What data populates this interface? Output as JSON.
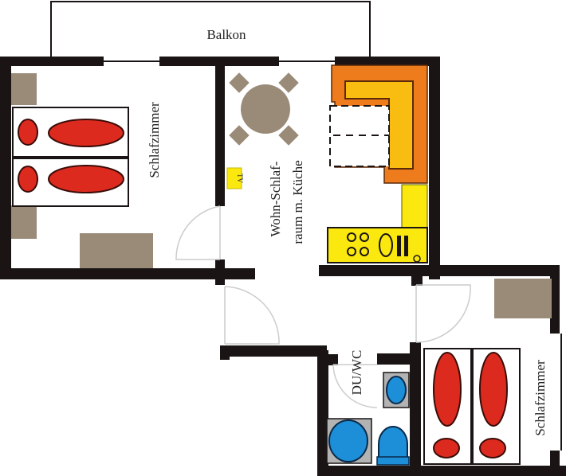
{
  "plan": {
    "rooms": {
      "balcony": "Balkon",
      "bedroom_left": "Schlafzimmer",
      "living_line1": "Wohn-Schlaf-",
      "living_line2": "raum m. Küche",
      "bathroom": "DU/WC",
      "bedroom_right": "Schlafzimmer"
    },
    "fixtures": {
      "tv": "TV"
    },
    "colors": {
      "wall": "#1a1414",
      "furniture_brown": "#9a8a78",
      "bed_pillow_red": "#dd2a1e",
      "sofa_orange": "#ee7b1c",
      "sofa_cushion": "#f9bd12",
      "kitchen_yellow": "#fbe80f",
      "sanitary_blue": "#1d8fd8",
      "sanitary_gray": "#b3b3b3",
      "door_arc": "#cccccc"
    }
  }
}
